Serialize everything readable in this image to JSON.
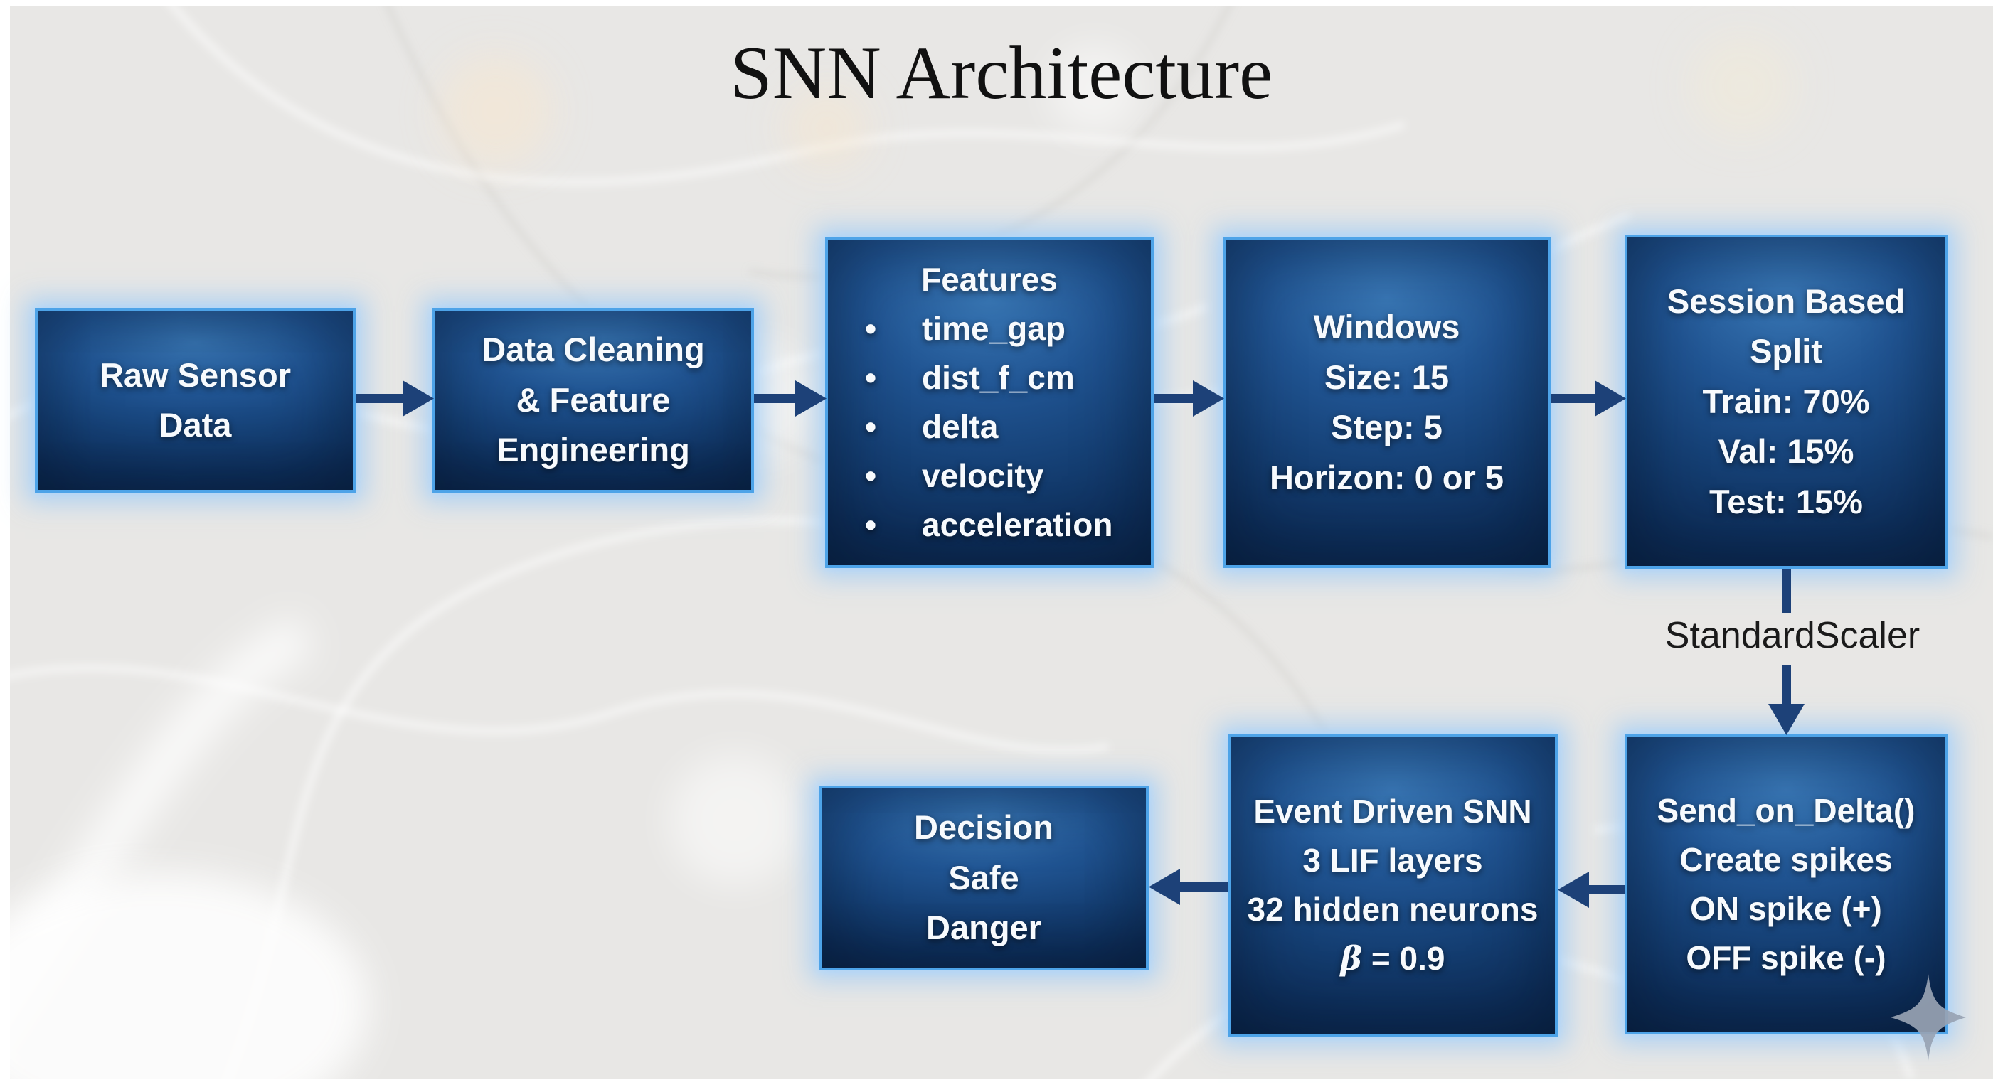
{
  "title": "SNN Architecture",
  "colors": {
    "box_border": "#4da3e8",
    "box_fill_top": "#3876b4",
    "box_fill_edge": "#092244",
    "arrow": "#1d4178",
    "box_text": "#f7fafd",
    "title_text": "#111111",
    "scaler_text": "#1a1a1a",
    "sparkle": "#98a3b3",
    "photo_bg": "#e8e7e5"
  },
  "boxes": {
    "raw_sensor": {
      "text": "Raw Sensor\nData"
    },
    "data_cleaning": {
      "text": "Data Cleaning\n& Feature\nEngineering"
    },
    "features": {
      "heading": "Features",
      "bullet": "•",
      "items": [
        "time_gap",
        "dist_f_cm",
        "delta",
        "velocity",
        "acceleration"
      ]
    },
    "windows": {
      "text": "Windows\nSize: 15\nStep: 5\nHorizon: 0 or 5"
    },
    "session_split": {
      "text": "Session Based\nSplit\nTrain: 70%\nVal: 15%\nTest: 15%"
    },
    "send_on_delta": {
      "text": "Send_on_Delta()\nCreate spikes\nON spike (+)\nOFF spike (-)"
    },
    "event_snn": {
      "text": "Event Driven SNN\n3 LIF layers\n32 hidden neurons",
      "beta_symbol": "β",
      "beta_rest": " = 0.9"
    },
    "decision": {
      "text": "Decision\nSafe\nDanger"
    }
  },
  "annotations": {
    "standard_scaler": "StandardScaler"
  },
  "icons": {
    "sparkle": "sparkle-icon"
  }
}
